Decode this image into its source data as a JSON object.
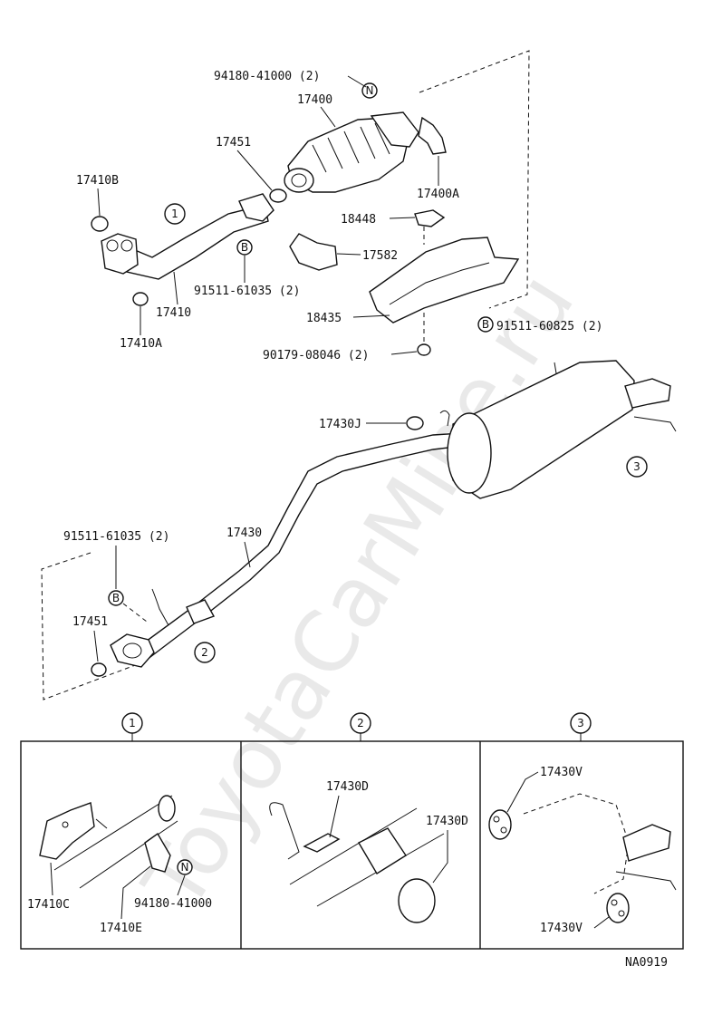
{
  "watermark": "ToyotaCarMine.ru",
  "drawing_ref": "NA0919",
  "upper": {
    "labels": {
      "p94180_41000": "94180-41000 (2)",
      "p17400": "17400",
      "p17451_top": "17451",
      "p17410B": "17410B",
      "p17400A": "17400A",
      "p18448": "18448",
      "p17582": "17582",
      "p91511_61035_a": "91511-61035 (2)",
      "p17410": "17410",
      "p17410A": "17410A",
      "p18435": "18435",
      "p91511_60825": "91511-60825 (2)",
      "p90179_08046": "90179-08046 (2)",
      "p17430J": "17430J",
      "p17430": "17430",
      "p91511_61035_b": "91511-61035 (2)",
      "p17451_low": "17451"
    },
    "markers": {
      "circle1": "1",
      "circle2": "2",
      "circle3": "3",
      "n_mark": "N",
      "b_mark": "B"
    }
  },
  "details": {
    "headers": [
      "1",
      "2",
      "3"
    ],
    "d1": {
      "p17410C": "17410C",
      "p17410E": "17410E",
      "p94180_41000": "94180-41000",
      "n_mark": "N"
    },
    "d2": {
      "p17430D_a": "17430D",
      "p17430D_b": "17430D"
    },
    "d3": {
      "p17430V_a": "17430V",
      "p17430V_b": "17430V"
    }
  }
}
